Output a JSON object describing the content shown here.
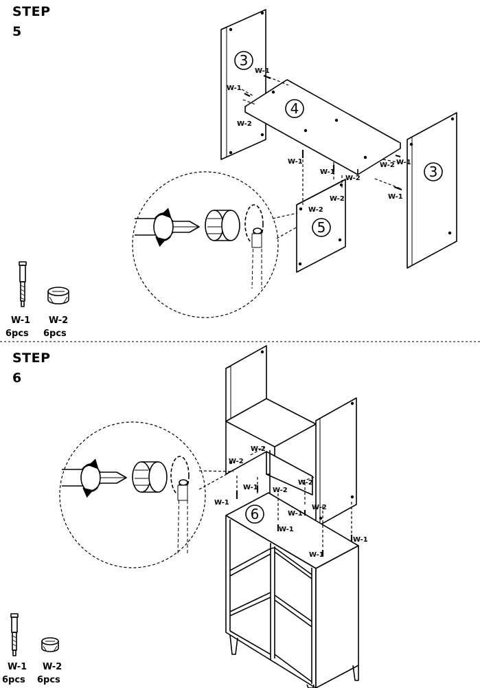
{
  "step5": {
    "title": "STEP",
    "number": "5",
    "panel_labels": {
      "side_left": "3",
      "top": "4",
      "side_right": "3",
      "divider": "5"
    },
    "callouts": [
      "W-1",
      "W-1",
      "W-2",
      "W-1",
      "W-1",
      "W-2",
      "W-2",
      "W-2",
      "W-2",
      "W-1",
      "W-1"
    ],
    "hardware": [
      {
        "code": "W-1",
        "qty": "6pcs",
        "icon": "cam-bolt-icon"
      },
      {
        "code": "W-2",
        "qty": "6pcs",
        "icon": "cam-lock-nut-icon"
      }
    ]
  },
  "step6": {
    "title": "STEP",
    "number": "6",
    "panel_labels": {
      "base": "6"
    },
    "callouts": [
      "W-2",
      "W-2",
      "W-1",
      "W-1",
      "W-2",
      "W-2",
      "W-1",
      "W-2",
      "W-1",
      "W-1",
      "W-1"
    ],
    "hardware": [
      {
        "code": "W-1",
        "qty": "6pcs",
        "icon": "cam-bolt-icon"
      },
      {
        "code": "W-2",
        "qty": "6pcs",
        "icon": "cam-lock-nut-icon"
      }
    ]
  },
  "colors": {
    "line": "#000000",
    "background": "#ffffff"
  }
}
